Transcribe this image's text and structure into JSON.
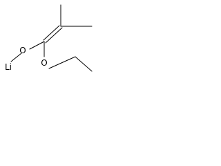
{
  "molecule": {
    "atoms": {
      "li": "Li",
      "o_upper": "O",
      "o_lower": "O"
    }
  },
  "colors": {
    "ink": "#000000",
    "background": "#ffffff"
  }
}
